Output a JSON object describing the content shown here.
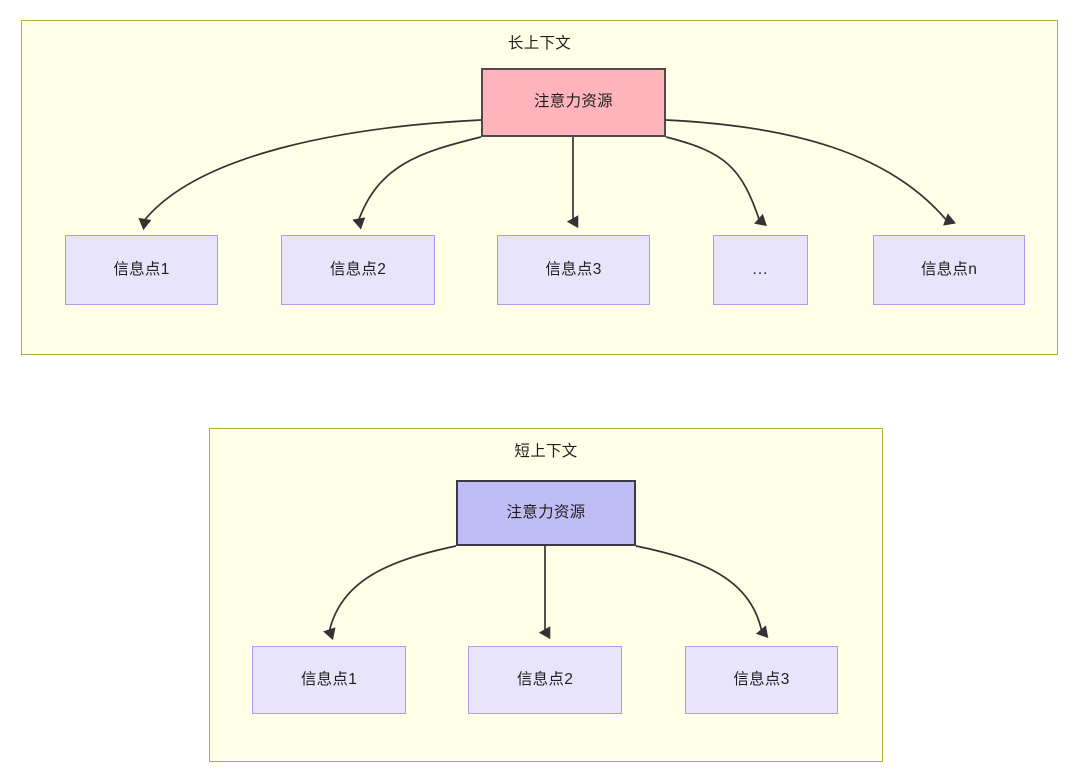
{
  "diagram": {
    "title_semantics": "attention-resource-allocation-long-vs-short-context",
    "colors": {
      "group_fill": "#fffee6",
      "group_border": "#b5ad38",
      "attention_long_fill": "#ffb3ba",
      "attention_long_border": "#50484d",
      "attention_short_fill": "#bfbcf6",
      "attention_short_border": "#3b3a46",
      "info_fill": "#e8e4fb",
      "info_border": "#b596e8",
      "edge": "#333333",
      "text": "#1f1f1f",
      "background": "#ffffff"
    },
    "groups": [
      {
        "id": "long-context",
        "title": "长上下文",
        "root": {
          "label": "注意力资源"
        },
        "children": [
          {
            "label": "信息点1"
          },
          {
            "label": "信息点2"
          },
          {
            "label": "信息点3"
          },
          {
            "label": "..."
          },
          {
            "label": "信息点n"
          }
        ]
      },
      {
        "id": "short-context",
        "title": "短上下文",
        "root": {
          "label": "注意力资源"
        },
        "children": [
          {
            "label": "信息点1"
          },
          {
            "label": "信息点2"
          },
          {
            "label": "信息点3"
          }
        ]
      }
    ]
  }
}
